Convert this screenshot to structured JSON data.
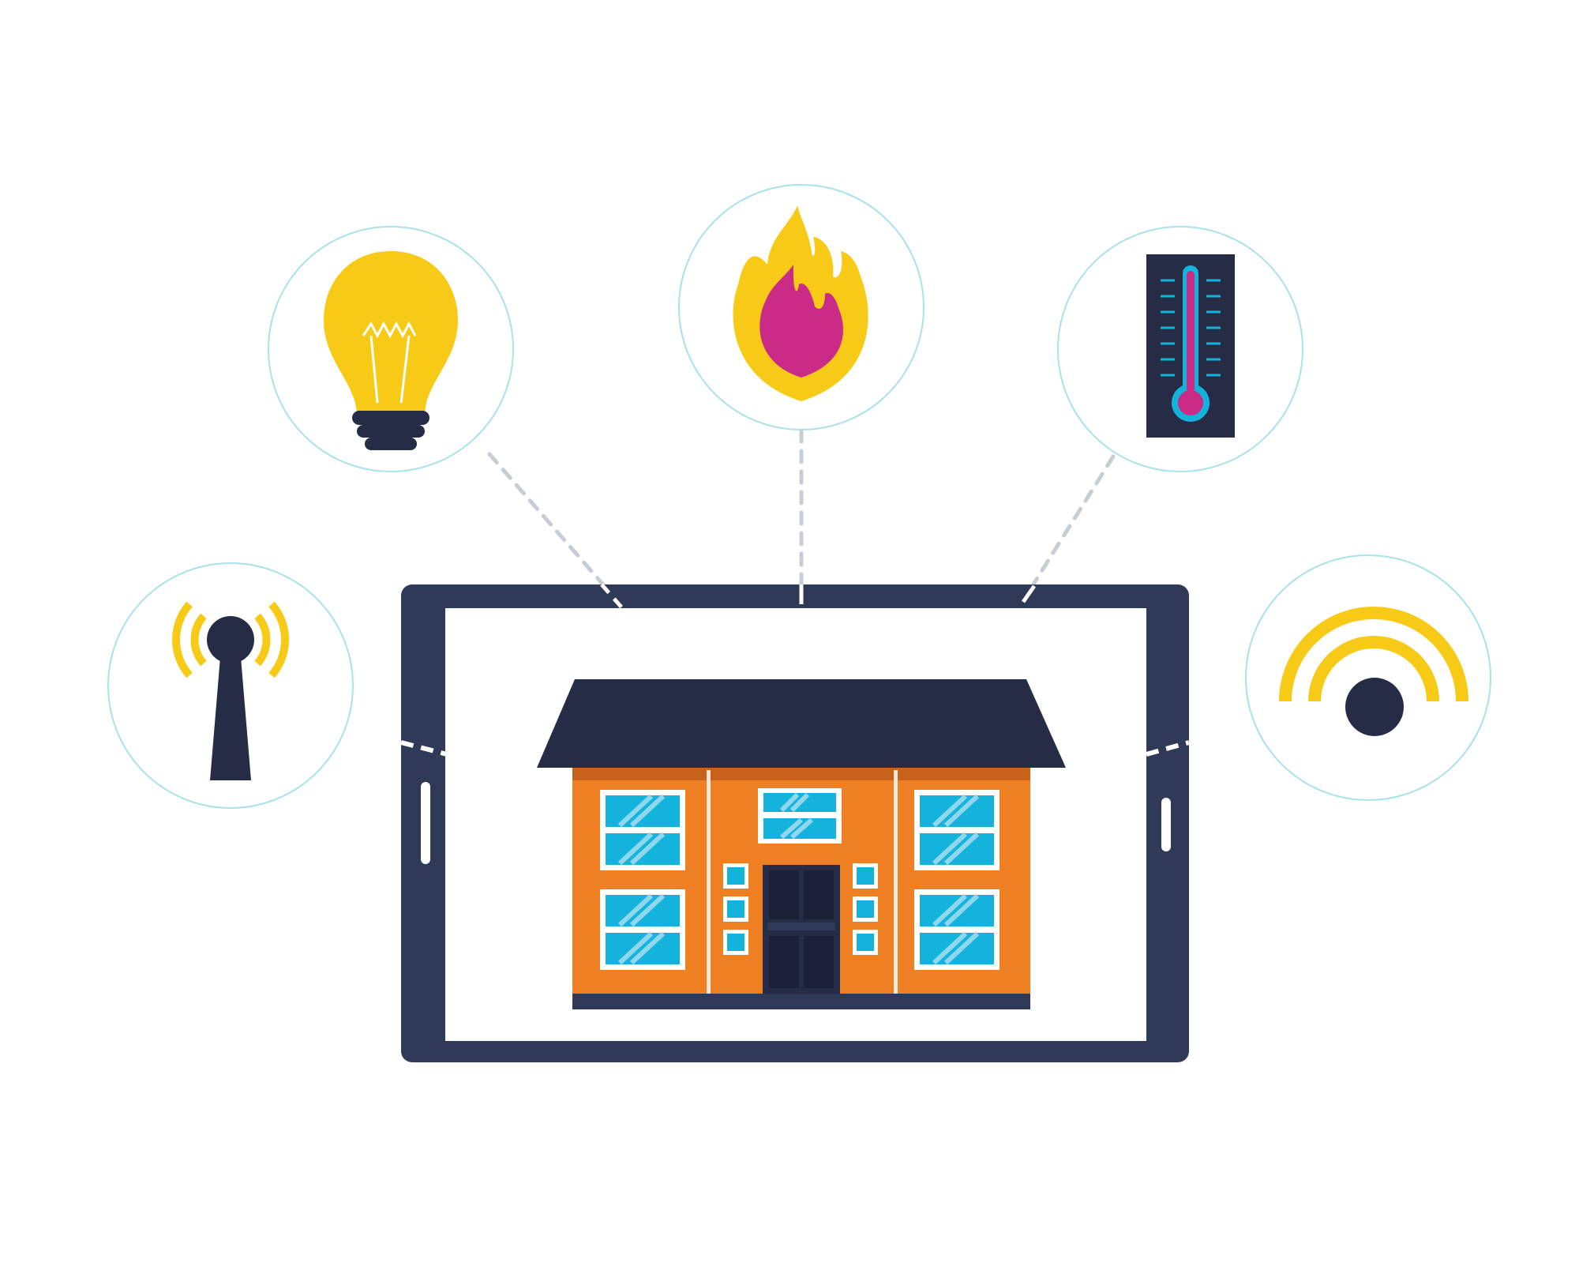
{
  "colors": {
    "background": "#ffffff",
    "navy": "#262c45",
    "tablet_frame": "#2f3a58",
    "orange": "#ee7f22",
    "orange_shadow": "#c45f14",
    "yellow": "#f8ca18",
    "magenta": "#c92b86",
    "cyan": "#13b3dc",
    "circle_outline": "#9fe0ea",
    "link_line": "#bfc6d0"
  },
  "devices": [
    {
      "id": "signal-tower",
      "icon": "signal-tower-icon"
    },
    {
      "id": "light-bulb",
      "icon": "light-bulb-icon"
    },
    {
      "id": "fire",
      "icon": "fire-icon"
    },
    {
      "id": "thermometer",
      "icon": "thermometer-icon"
    },
    {
      "id": "wifi-sensor",
      "icon": "wifi-signal-icon"
    }
  ],
  "tablet": {
    "icon": "tablet-icon"
  },
  "house": {
    "icon": "house-icon"
  }
}
